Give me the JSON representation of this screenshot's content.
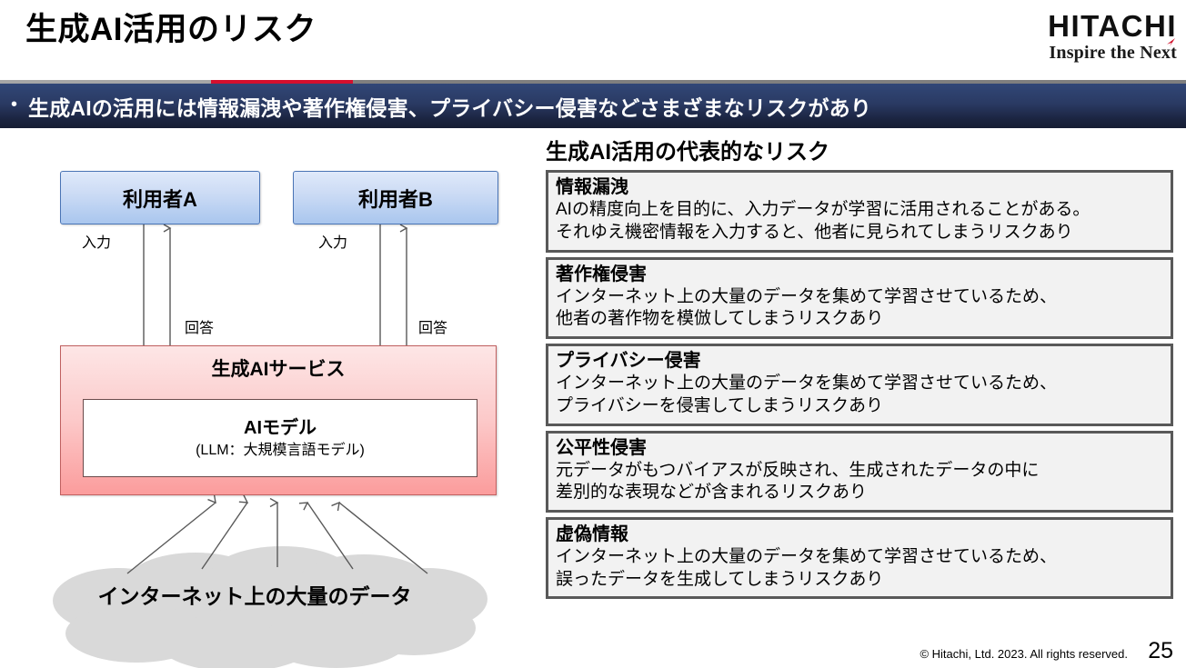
{
  "header": {
    "title": "生成AI活用のリスク",
    "logo_main": "HITACHI",
    "logo_tagline": "Inspire the Next"
  },
  "banner": {
    "bullet": "•",
    "text": "生成AIの活用には情報漏洩や著作権侵害、プライバシー侵害などさまざまなリスクがあり"
  },
  "diagram": {
    "user_a": "利用者A",
    "user_b": "利用者B",
    "service_box": "生成AIサービス",
    "model_title": "AIモデル",
    "model_sub": "(LLM：大規模言語モデル)",
    "cloud": "インターネット上の大量のデータ",
    "label_input_a": "入力",
    "label_answer_a": "回答",
    "label_input_b": "入力",
    "label_answer_b": "回答"
  },
  "risk_panel": {
    "heading": "生成AI活用の代表的なリスク",
    "items": [
      {
        "title": "情報漏洩",
        "desc": "AIの精度向上を目的に、入力データが学習に活用されることがある。\nそれゆえ機密情報を入力すると、他者に見られてしまうリスクあり"
      },
      {
        "title": "著作権侵害",
        "desc": "インターネット上の大量のデータを集めて学習させているため、\n他者の著作物を模倣してしまうリスクあり"
      },
      {
        "title": "プライバシー侵害",
        "desc": "インターネット上の大量のデータを集めて学習させているため、\nプライバシーを侵害してしまうリスクあり"
      },
      {
        "title": "公平性侵害",
        "desc": "元データがもつバイアスが反映され、生成されたデータの中に\n差別的な表現などが含まれるリスクあり"
      },
      {
        "title": "虚偽情報",
        "desc": "インターネット上の大量のデータを集めて学習させているため、\n誤ったデータを生成してしまうリスクあり"
      }
    ]
  },
  "footer": {
    "copyright": "© Hitachi, Ltd. 2023. All rights reserved.",
    "page_number": "25"
  },
  "colors": {
    "banner_top": "#314777",
    "banner_bottom": "#161d33",
    "rule_red": "#d40f2e",
    "rule_grey": "#7f7f7f",
    "user_box_blue": "#a9c6ee",
    "service_pink": "#fb9c9c",
    "cloud_grey": "#d9d9d9",
    "risk_border": "#595959",
    "risk_fill": "#f2f2f2",
    "logo_accent_red": "#d0112b"
  }
}
